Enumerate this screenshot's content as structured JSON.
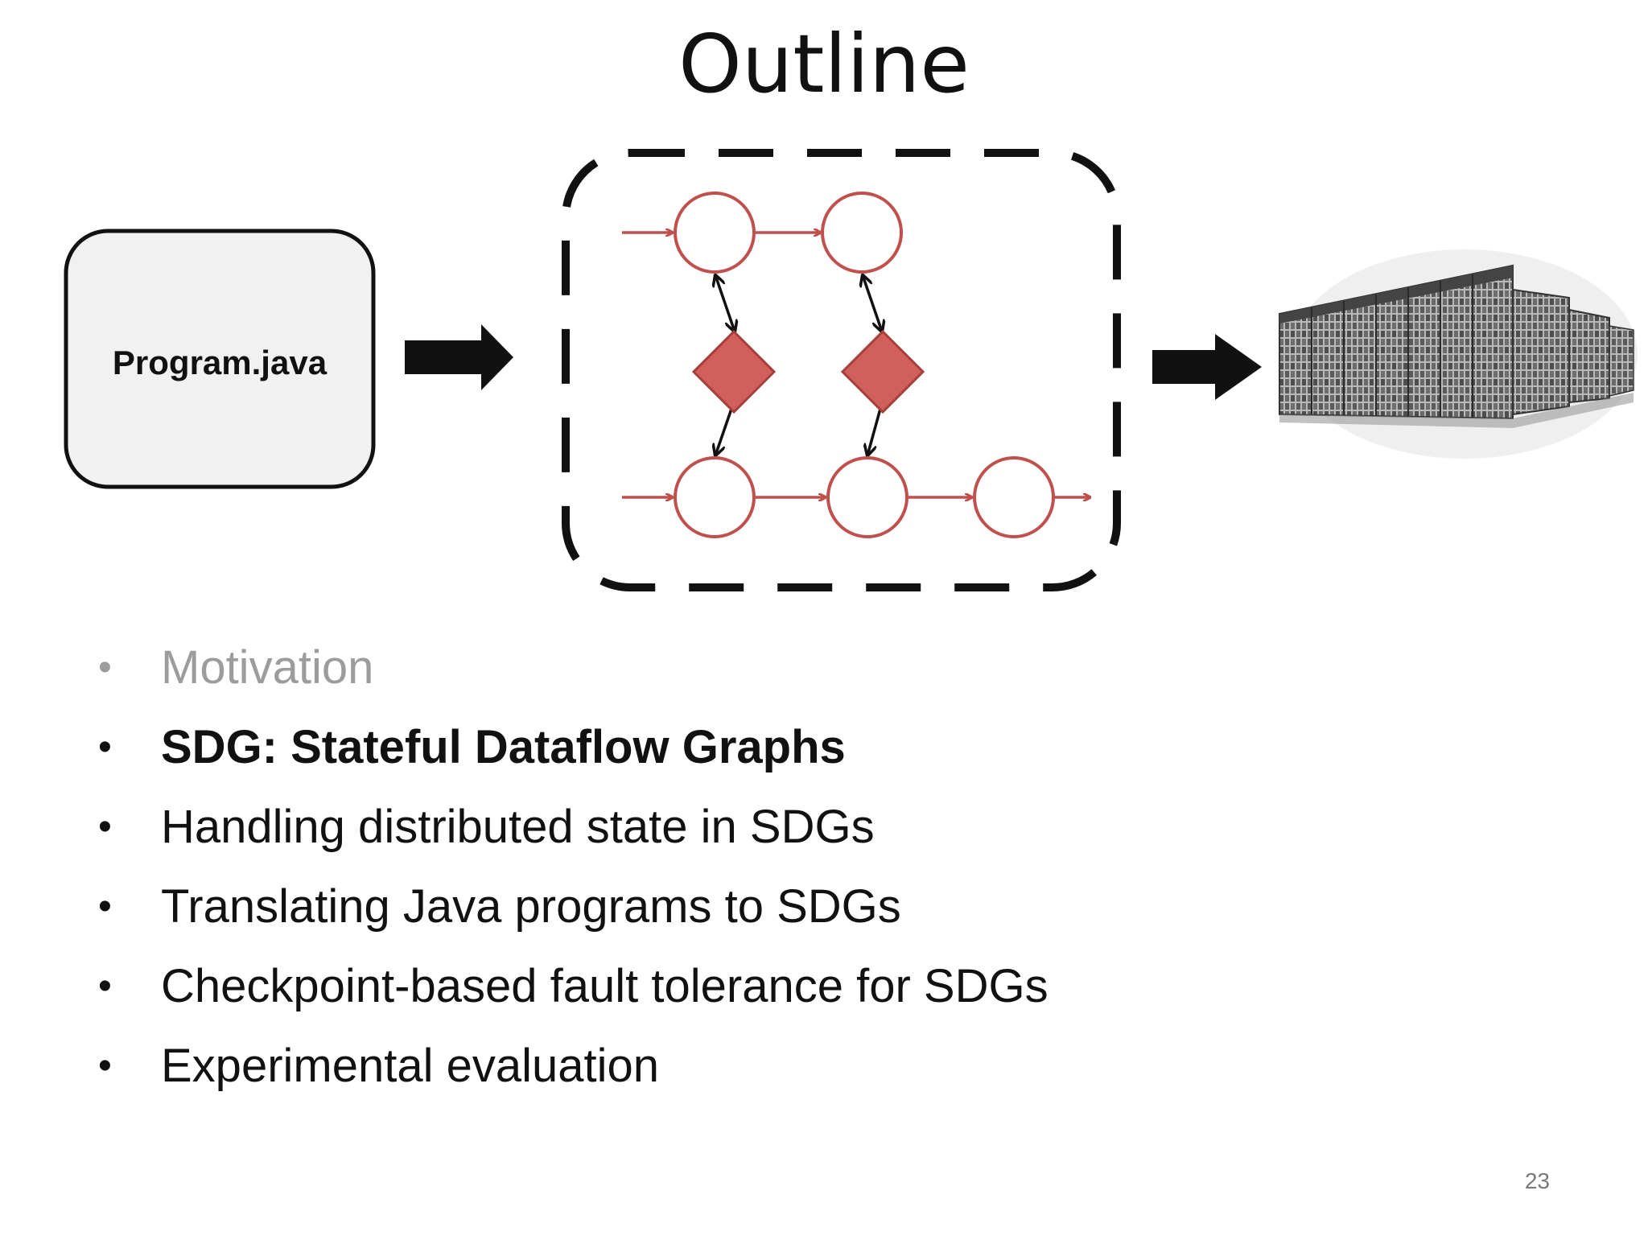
{
  "slide": {
    "title": "Outline",
    "page_number": "23"
  },
  "diagram": {
    "program_box_label": "Program.java",
    "node_color": "#c0504d",
    "state_fill": "#d15f5c",
    "cluster_image_icon": "datacenter-server-racks-icon"
  },
  "bullets": [
    {
      "text": "Motivation",
      "state": "dim"
    },
    {
      "text": "SDG: Stateful Dataflow Graphs",
      "state": "active"
    },
    {
      "text": "Handling distributed state in SDGs",
      "state": "normal"
    },
    {
      "text": "Translating Java programs to SDGs",
      "state": "normal"
    },
    {
      "text": "Checkpoint-based fault tolerance for SDGs",
      "state": "normal"
    },
    {
      "text": "Experimental evaluation",
      "state": "normal"
    }
  ]
}
